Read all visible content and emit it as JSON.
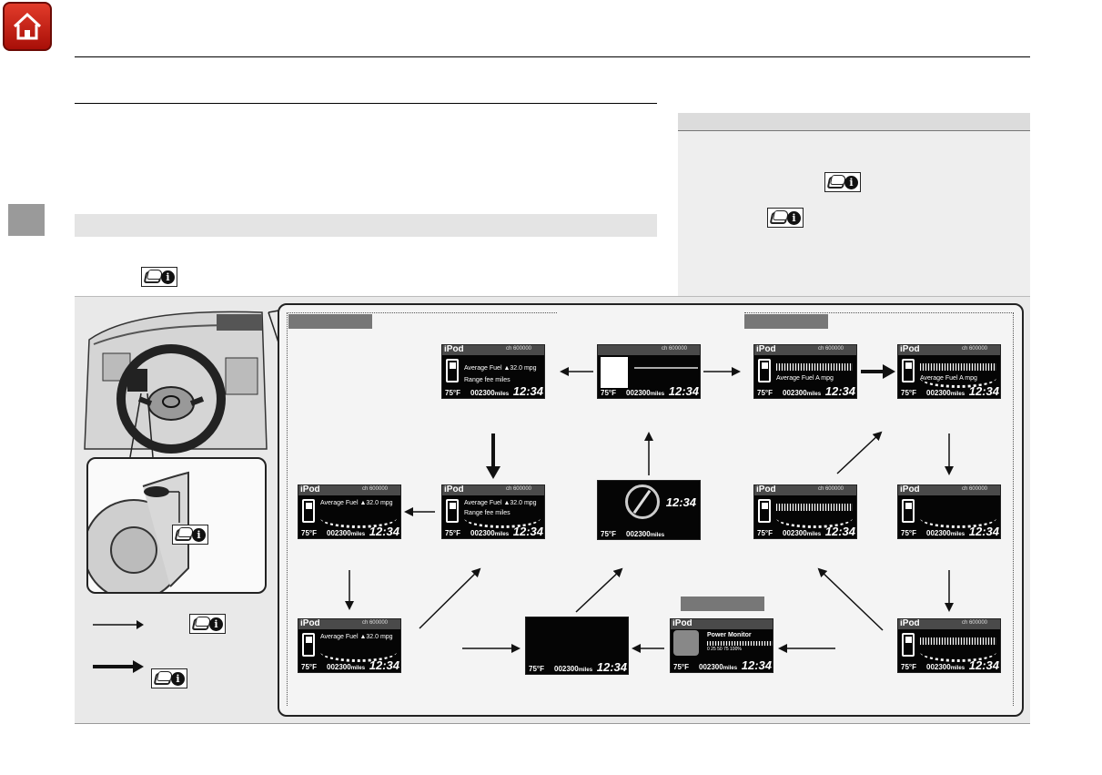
{
  "home": {
    "icon": "home-icon"
  },
  "symbol": {
    "icon": "info-button-icon"
  },
  "screens": [
    {
      "id": "s1",
      "top": "iPod",
      "channel": "ch 600000",
      "line1": "Average Fuel  ▲32.0 mpg",
      "line2": "Range  fee miles",
      "temp": "75°F",
      "odo": "002300",
      "odo_unit": "miles",
      "clock": "12:34"
    },
    {
      "id": "s2",
      "top": "",
      "channel": "ch 600000",
      "line1": "",
      "line2": "",
      "temp": "75°F",
      "odo": "002300",
      "odo_unit": "miles",
      "clock": "12:34"
    },
    {
      "id": "s3",
      "top": "iPod",
      "channel": "ch 600000",
      "line1": "Average Fuel  A  mpg",
      "line2": "",
      "temp": "75°F",
      "odo": "002300",
      "odo_unit": "miles",
      "clock": "12:34"
    },
    {
      "id": "s4",
      "top": "iPod",
      "channel": "ch 600000",
      "line1": "Average Fuel  A  mpg",
      "line2": "",
      "temp": "75°F",
      "odo": "002300",
      "odo_unit": "miles",
      "clock": "12:34"
    },
    {
      "id": "s5",
      "top": "iPod",
      "channel": "ch 600000",
      "line1": "Average Fuel ▲32.0 mpg",
      "line2": "",
      "temp": "75°F",
      "odo": "002300",
      "odo_unit": "miles",
      "clock": "12:34"
    },
    {
      "id": "s6",
      "top": "iPod",
      "channel": "ch 600000",
      "line1": "Average Fuel ▲32.0 mpg",
      "line2": "Range  fee miles",
      "temp": "75°F",
      "odo": "002300",
      "odo_unit": "miles",
      "clock": "12:34"
    },
    {
      "id": "s7",
      "top": "",
      "channel": "",
      "line1": "",
      "line2": "",
      "temp": "75°F",
      "odo": "002300",
      "odo_unit": "miles",
      "clock": "12:34"
    },
    {
      "id": "s8",
      "top": "iPod",
      "channel": "ch 600000",
      "line1": "",
      "line2": "",
      "temp": "75°F",
      "odo": "002300",
      "odo_unit": "miles",
      "clock": "12:34"
    },
    {
      "id": "s9",
      "top": "iPod",
      "channel": "ch 600000",
      "line1": "",
      "line2": "",
      "temp": "75°F",
      "odo": "002300",
      "odo_unit": "miles",
      "clock": "12:34"
    },
    {
      "id": "s10",
      "top": "iPod",
      "channel": "ch 600000",
      "line1": "Average Fuel ▲32.0 mpg",
      "line2": "",
      "temp": "75°F",
      "odo": "002300",
      "odo_unit": "miles",
      "clock": "12:34"
    },
    {
      "id": "s11",
      "top": "",
      "channel": "",
      "line1": "",
      "line2": "",
      "temp": "75°F",
      "odo": "002300",
      "odo_unit": "miles",
      "clock": "12:34"
    },
    {
      "id": "s12",
      "top": "iPod",
      "channel": "",
      "line1": "Power Monitor",
      "line2": "0   25   50   75   100%",
      "temp": "75°F",
      "odo": "002300",
      "odo_unit": "miles",
      "clock": "12:34"
    },
    {
      "id": "s13",
      "top": "iPod",
      "channel": "ch 600000",
      "line1": "",
      "line2": "",
      "temp": "75°F",
      "odo": "002300",
      "odo_unit": "miles",
      "clock": "12:34"
    }
  ],
  "colors": {
    "panel_border": "#222222",
    "tag": "#777777",
    "home_red": "#c8241a"
  }
}
